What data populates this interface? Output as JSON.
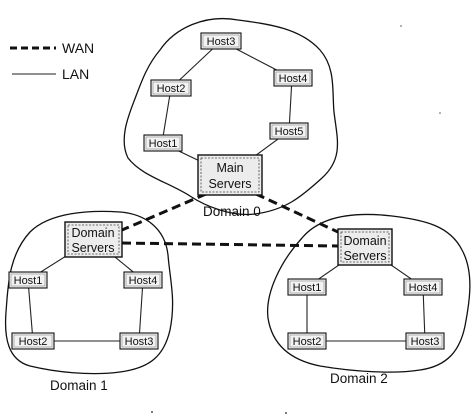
{
  "legend": {
    "wan": "WAN",
    "lan": "LAN"
  },
  "domains": [
    {
      "id": "d0",
      "label": "Domain 0",
      "server": [
        "Main",
        "Servers"
      ],
      "hosts": [
        "Host3",
        "Host2",
        "Host4",
        "Host1",
        "Host5"
      ]
    },
    {
      "id": "d1",
      "label": "Domain 1",
      "server": [
        "Domain",
        "Servers"
      ],
      "hosts": [
        "Host1",
        "Host4",
        "Host2",
        "Host3"
      ]
    },
    {
      "id": "d2",
      "label": "Domain 2",
      "server": [
        "Domain",
        "Servers"
      ],
      "hosts": [
        "Host1",
        "Host4",
        "Host2",
        "Host3"
      ]
    }
  ]
}
